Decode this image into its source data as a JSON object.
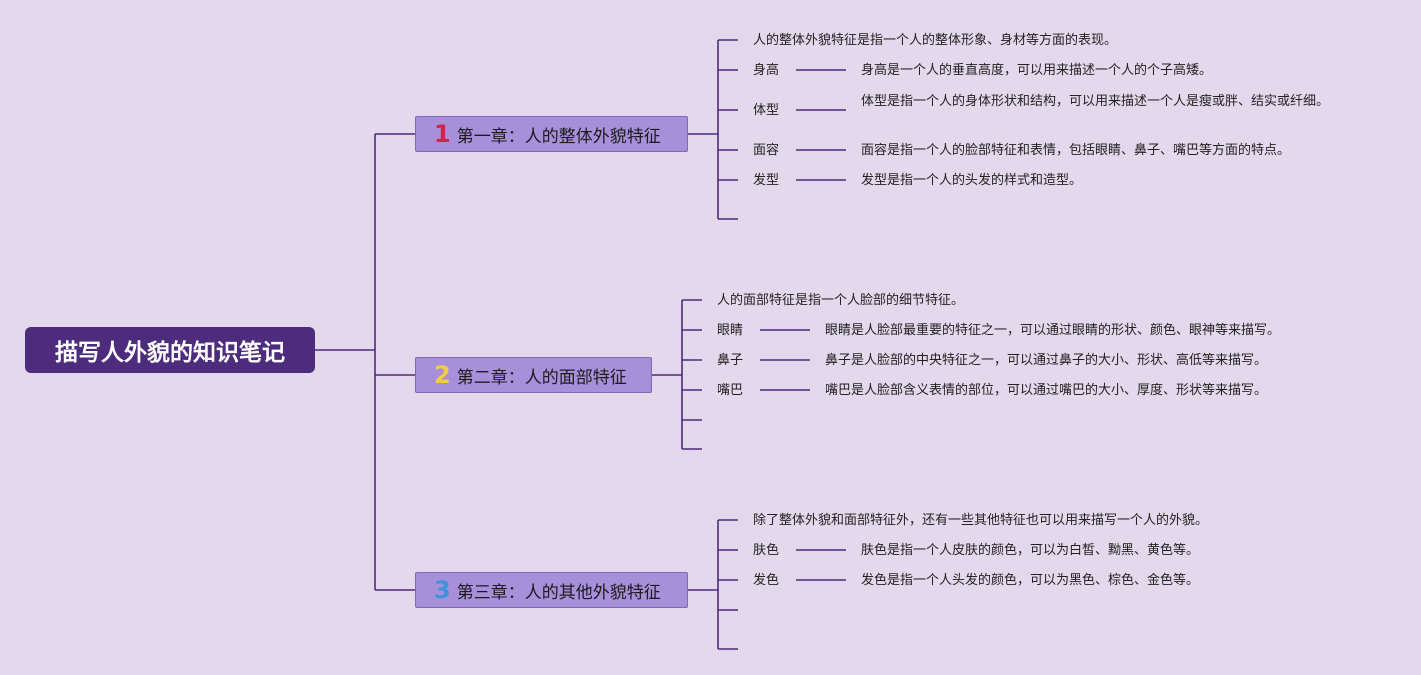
{
  "root": {
    "title": "描写人外貌的知识笔记"
  },
  "colors": {
    "background": "#e3d8ec",
    "root_fill": "#4d2b7d",
    "chapter_fill": "#a78fd9",
    "line": "#4d2b7d",
    "num1": "#d6204b",
    "num2": "#f3cc45",
    "num3": "#3d93e0"
  },
  "chapters": [
    {
      "number": "1",
      "title": "第一章：人的整体外貌特征",
      "intro": "人的整体外貌特征是指一个人的整体形象、身材等方面的表现。",
      "items": [
        {
          "term": "身高",
          "desc": "身高是一个人的垂直高度，可以用来描述一个人的个子高矮。"
        },
        {
          "term": "体型",
          "desc": "体型是指一个人的身体形状和结构，可以用来描述一个人是瘦或胖、结实或纤细。"
        },
        {
          "term": "面容",
          "desc": "面容是指一个人的脸部特征和表情，包括眼睛、鼻子、嘴巴等方面的特点。"
        },
        {
          "term": "发型",
          "desc": "发型是指一个人的头发的样式和造型。"
        }
      ]
    },
    {
      "number": "2",
      "title": "第二章：人的面部特征",
      "intro": "人的面部特征是指一个人脸部的细节特征。",
      "items": [
        {
          "term": "眼睛",
          "desc": "眼睛是人脸部最重要的特征之一，可以通过眼睛的形状、颜色、眼神等来描写。"
        },
        {
          "term": "鼻子",
          "desc": "鼻子是人脸部的中央特征之一，可以通过鼻子的大小、形状、高低等来描写。"
        },
        {
          "term": "嘴巴",
          "desc": "嘴巴是人脸部含义表情的部位，可以通过嘴巴的大小、厚度、形状等来描写。"
        }
      ]
    },
    {
      "number": "3",
      "title": "第三章：人的其他外貌特征",
      "intro": "除了整体外貌和面部特征外，还有一些其他特征也可以用来描写一个人的外貌。",
      "items": [
        {
          "term": "肤色",
          "desc": "肤色是指一个人皮肤的颜色，可以为白皙、黝黑、黄色等。"
        },
        {
          "term": "发色",
          "desc": "发色是指一个人头发的颜色，可以为黑色、棕色、金色等。"
        }
      ]
    }
  ]
}
